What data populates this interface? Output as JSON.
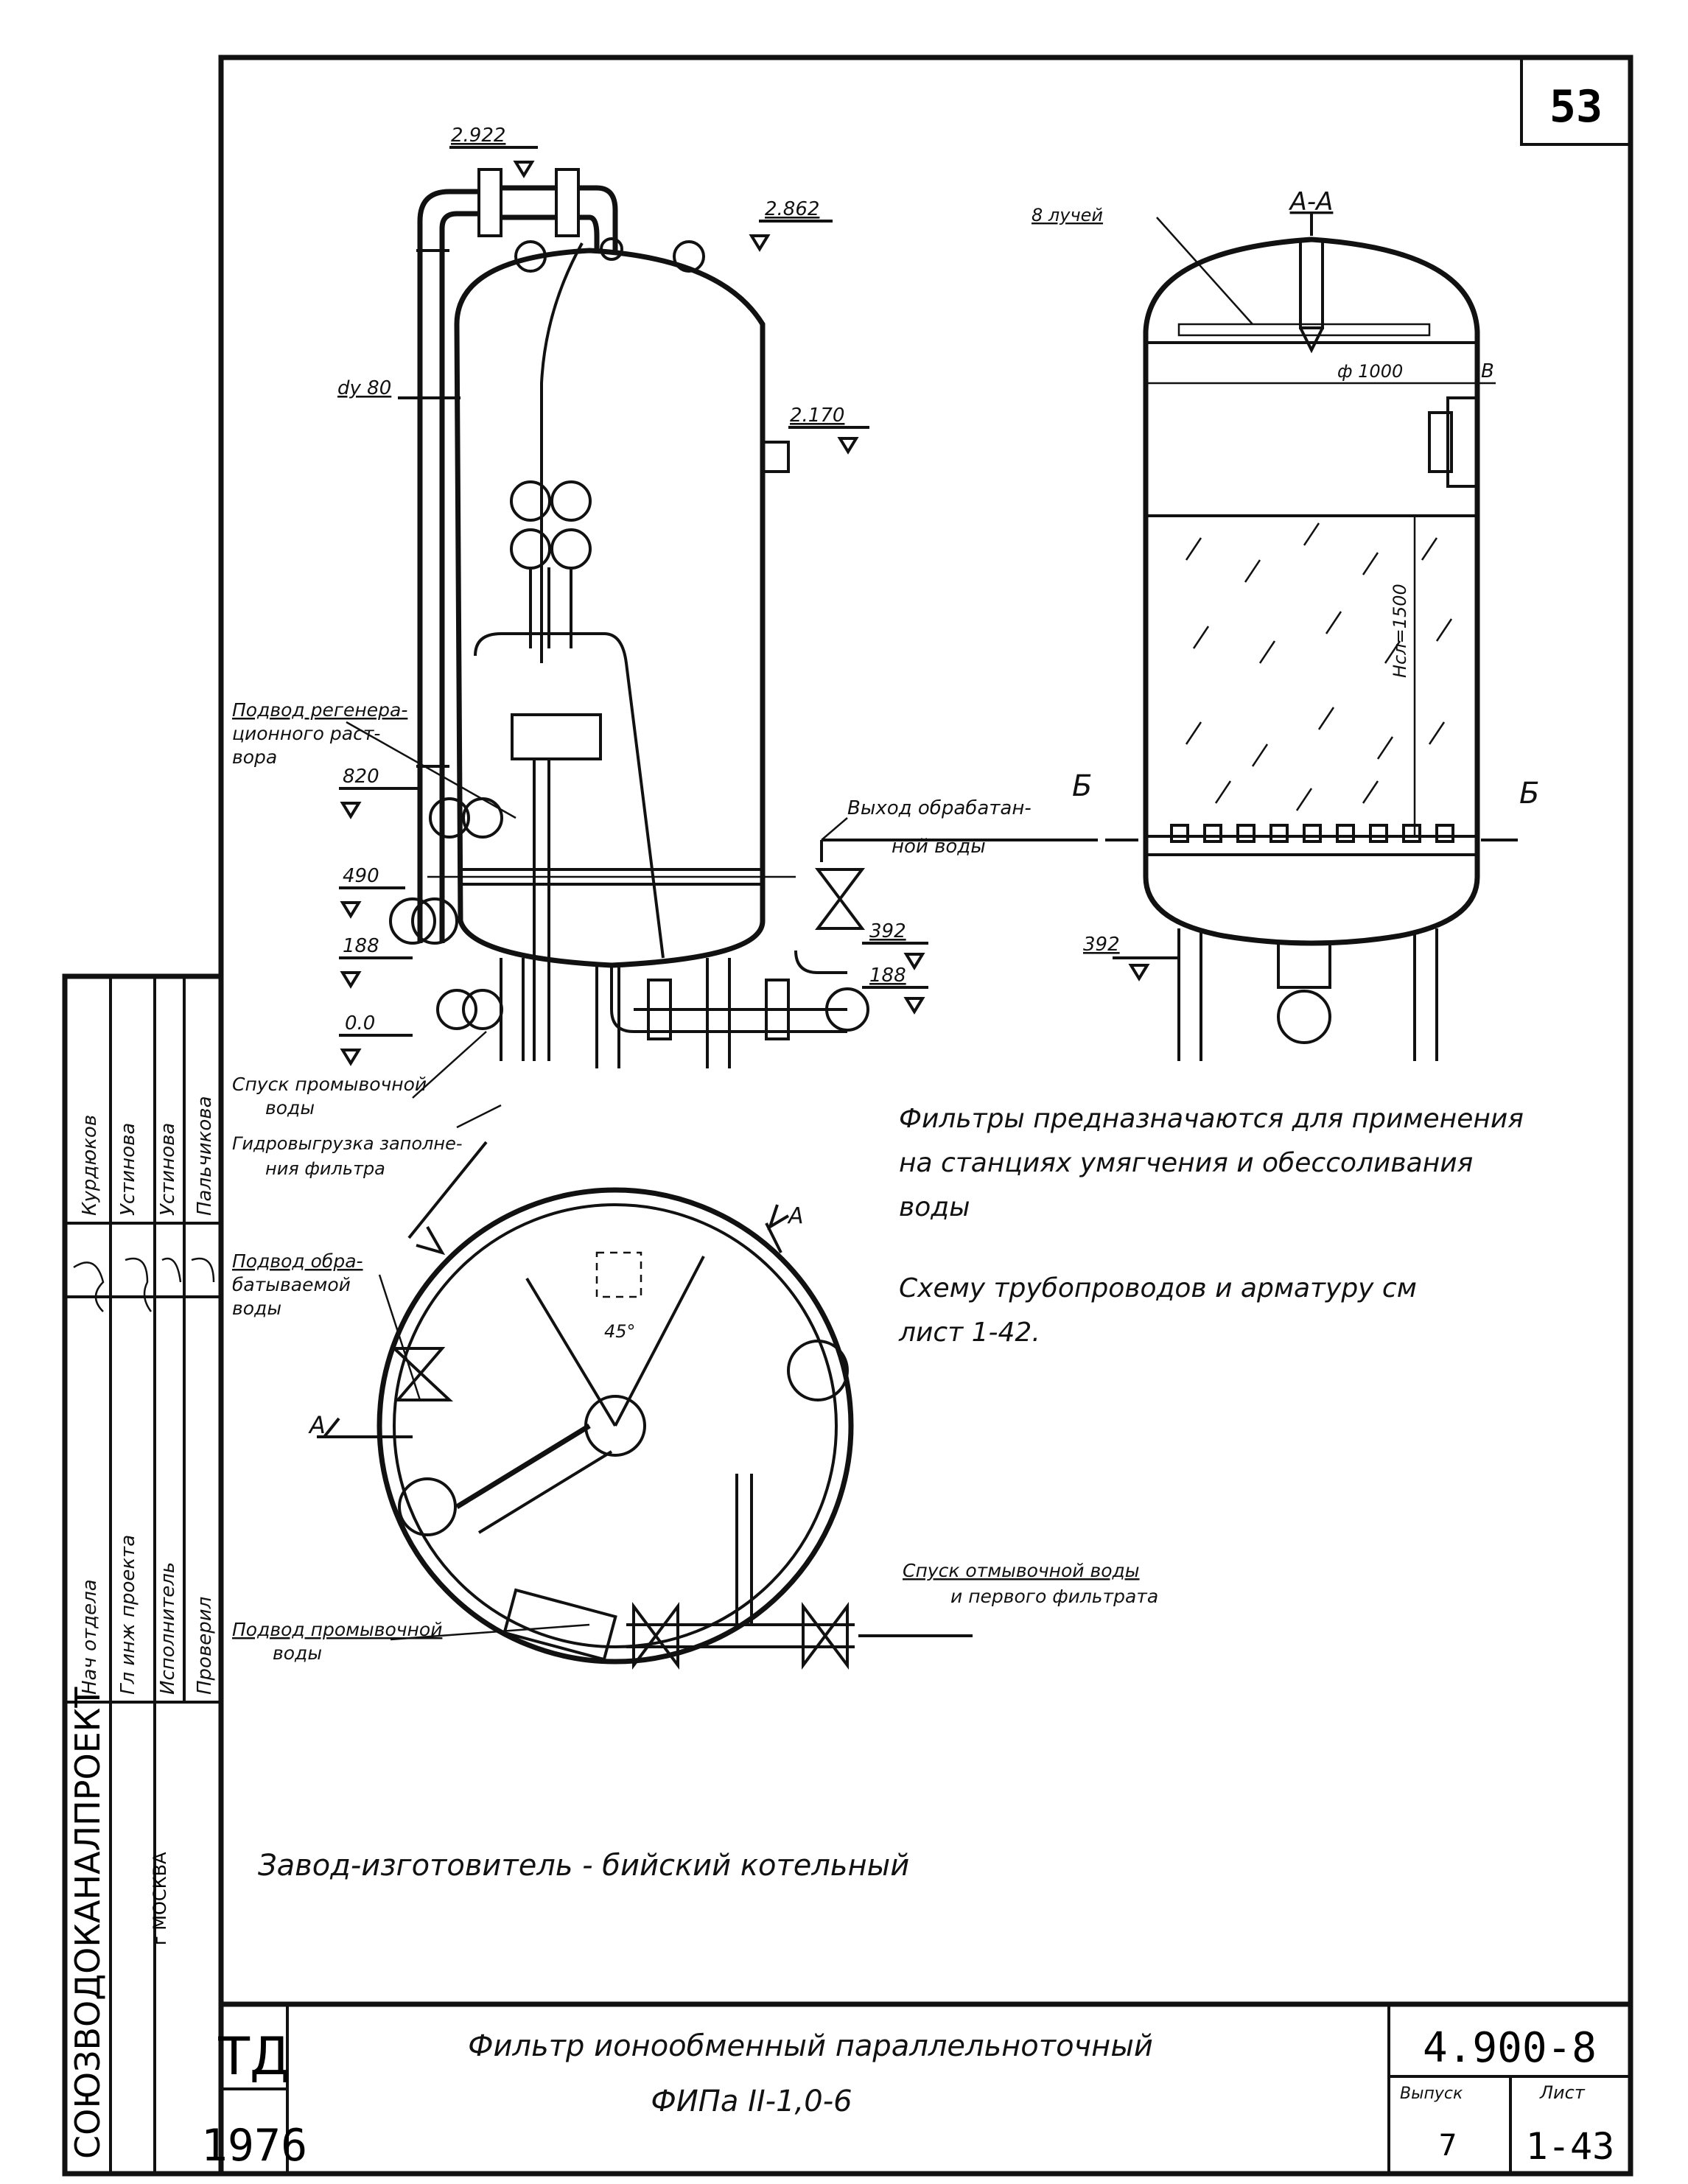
{
  "sheet_number": "53",
  "labels": {
    "elev_2922": "2.922",
    "elev_2862": "2.862",
    "elev_2170": "2.170",
    "dy80": "dy 80",
    "elev_820": "820",
    "elev_490": "490",
    "elev_188": "188",
    "elev_00": "0.0",
    "elev_392": "392",
    "elev_188r": "188",
    "regen_1": "Подвод регенера-",
    "regen_2": "ционного раст-",
    "regen_3": "вора",
    "outlet_1": "Выход обрабатан-",
    "outlet_2": "ной воды",
    "flush_1": "Спуск промывочной",
    "flush_2": "воды",
    "hydro_1": "Гидровыгрузка заполне-",
    "hydro_2": "ния фильтра",
    "section_label": "А-А",
    "rays": "8 лучей",
    "diam": "ф 1000",
    "height": "Нсл=1500",
    "sec_b_left": "Б",
    "sec_b_right": "Б",
    "sec_b_top": "В",
    "elev_392_sec": "392",
    "angle": "45°",
    "sec_a_left": "А",
    "sec_a_top": "А",
    "treated_1": "Подвод обра-",
    "treated_2": "батываемой",
    "treated_3": "воды",
    "wash_1": "Подвод промывочной",
    "wash_2": "воды",
    "drain_1": "Спуск отмывочной воды",
    "drain_2": "и первого фильтрата"
  },
  "notes": {
    "line1": "Фильтры предназначаются для применения",
    "line2": "на станциях умягчения и обессоливания",
    "line3": "воды",
    "ref1": "Схему трубопроводов и арматуру см",
    "ref2": "лист 1-42."
  },
  "manufacturer": "Завод-изготовитель - бийский котельный",
  "title_block": {
    "org": "СОЮЗВОДОКАНАЛПРОЕКТ",
    "city": "г МОСКВА",
    "roles": [
      "Нач отдела",
      "Гл инж проекта",
      "Исполнитель",
      "Проверил"
    ],
    "names": [
      "Курдюков",
      "Устинова",
      "Устинова",
      "Пальчикова"
    ],
    "td": "ТД",
    "year": "1976",
    "title1": "Фильтр ионообменный параллельноточный",
    "title2": "ФИПа II-1,0-6",
    "code": "4.900-8",
    "issue_label": "Выпуск",
    "issue": "7",
    "sheet_label": "Лист",
    "sheet": "1-43"
  }
}
